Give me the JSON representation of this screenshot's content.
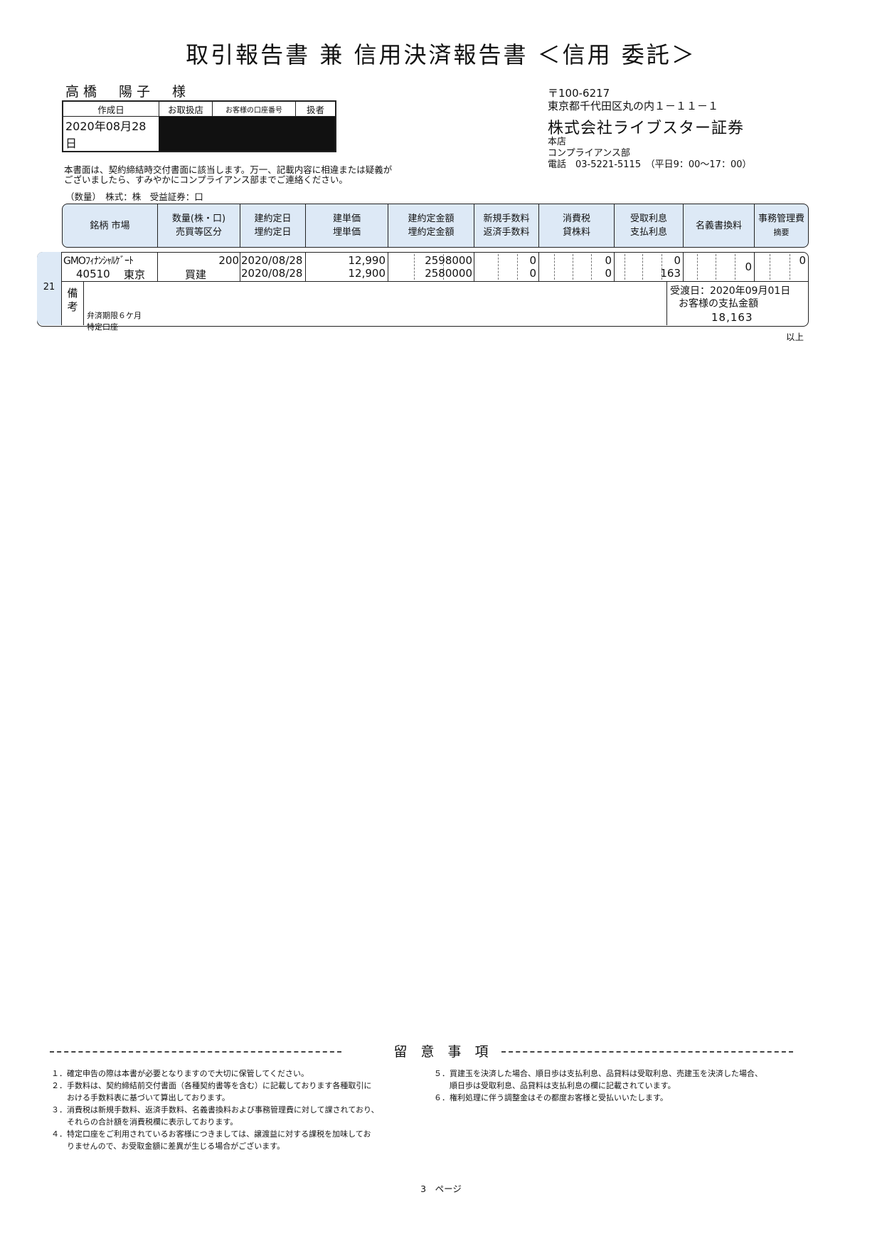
{
  "title": "取引報告書 兼 信用決済報告書 ＜信用 委託＞",
  "customer_name": "高橋　陽子　様",
  "header_table": {
    "labels": [
      "作成日",
      "お取扱店",
      "お客様の口座番号",
      "扱者"
    ],
    "created_date": "2020年08月28日"
  },
  "company": {
    "postal": "〒100-6217",
    "address": "東京都千代田区丸の内１－１１－１",
    "name": "株式会社ライブスター証券",
    "branch": "本店",
    "dept": "コンプライアンス部",
    "phone": "電話　03-5221-5115　（平日9：00～17：00）"
  },
  "notice": {
    "line1": "本書面は、契約締結時交付書面に該当します。万一、記載内容に相違または疑義が",
    "line2": "ございましたら、すみやかにコンプライアンス部までご連絡ください。",
    "qty_note": "（数量）　株式：株　受益証券：口"
  },
  "columns": {
    "c1": "銘柄 市場",
    "c2a": "数量(株・口)",
    "c2b": "売買等区分",
    "c3a": "建約定日",
    "c3b": "埋約定日",
    "c4a": "建単価",
    "c4b": "埋単価",
    "c5a": "建約定金額",
    "c5b": "埋約定金額",
    "c6a": "新規手数料",
    "c6b": "返済手数料",
    "c7a": "消費税",
    "c7b": "貸株料",
    "c8a": "受取利息",
    "c8b": "支払利息",
    "c9": "名義書換料",
    "c10a": "事務管理費",
    "c10b": "摘要"
  },
  "row": {
    "number": "21",
    "stock_name": "GMOﾌｨﾅﾝｼｬﾙｹﾞｰﾄ",
    "code": "40510",
    "market": "東京",
    "quantity": "200",
    "trade_type": "買建",
    "open_date": "2020/08/28",
    "close_date": "2020/08/28",
    "open_price": "12,990",
    "close_price": "12,900",
    "open_amount": "2598000",
    "close_amount": "2580000",
    "new_fee": "0",
    "return_fee": "0",
    "tax": "0",
    "lending_fee": "0",
    "interest_received": "0",
    "interest_paid": "163",
    "transfer_fee": "0",
    "admin_fee": "0",
    "bikou_label": "備考",
    "remark1": "弁済期限６ケ月",
    "remark2": "特定口座",
    "delivery_date": "受渡日：2020年09月01日",
    "payment_label": "お客様の支払金額",
    "payment_total": "18,163"
  },
  "end_mark": "以上",
  "notes": {
    "title": "留　意　事　項",
    "left": [
      "１．確定申告の際は本書が必要となりますので大切に保管してください。",
      "２．手数料は、契約締結前交付書面（各種契約書等を含む）に記載しております各種取引に",
      "　　おける手数料表に基づいて算出しております。",
      "３．消費税は新規手数料、返済手数料、名義書換料および事務管理費に対して課されており、",
      "　　それらの合計額を消費税欄に表示しております。",
      "４．特定口座をご利用されているお客様につきましては、譲渡益に対する課税を加味してお",
      "　　りませんので、お受取金額に差異が生じる場合がございます。"
    ],
    "right": [
      "５．買建玉を決済した場合、順日歩は支払利息、品貸料は受取利息、売建玉を決済した場合、",
      "　　順日歩は受取利息、品貸料は支払利息の欄に記載されています。",
      "６．権利処理に伴う調整金はその都度お客様と受払いいたします。"
    ]
  },
  "page_label": "3　ページ"
}
